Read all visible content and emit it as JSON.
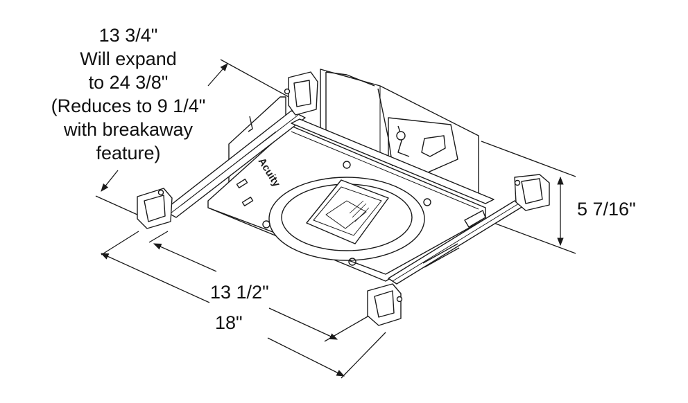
{
  "diagram": {
    "width_dimension": {
      "lines": [
        "13 3/4\"",
        "Will expand",
        "to 24 3/8\"",
        "(Reduces to 9 1/4\"",
        "with breakaway",
        "feature)"
      ]
    },
    "height_dimension": {
      "label": "5 7/16\""
    },
    "inner_length_dimension": {
      "label": "13 1/2\""
    },
    "outer_length_dimension": {
      "label": "18\""
    },
    "brand_mark": "Acuity",
    "colors": {
      "line": "#1a1a1a",
      "background": "#ffffff"
    }
  }
}
